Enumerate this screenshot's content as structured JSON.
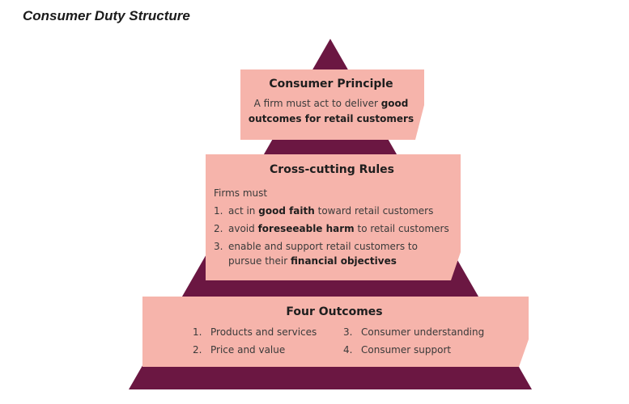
{
  "title": "Consumer Duty Structure",
  "colors": {
    "pyramid": "#6b1742",
    "box": "#f6b4ab"
  },
  "principle": {
    "heading": "Consumer Principle",
    "text_plain": "A firm must act to deliver ",
    "text_bold_1": "good",
    "text_bold_2": "outcomes for retail customers"
  },
  "rules": {
    "heading": "Cross-cutting Rules",
    "intro": "Firms must",
    "items": [
      {
        "num": "1.",
        "pre": "act in ",
        "bold": "good faith",
        "post": " toward retail customers"
      },
      {
        "num": "2.",
        "pre": "avoid ",
        "bold": "foreseeable harm",
        "post": " to retail customers"
      },
      {
        "num": "3.",
        "pre": "enable and support retail customers to",
        "pre2": "pursue their ",
        "bold": "financial objectives",
        "post": ""
      }
    ]
  },
  "outcomes": {
    "heading": "Four Outcomes",
    "items": [
      {
        "num": "1.",
        "label": "Products and services"
      },
      {
        "num": "2.",
        "label": "Price and value"
      },
      {
        "num": "3.",
        "label": "Consumer understanding"
      },
      {
        "num": "4.",
        "label": "Consumer support"
      }
    ]
  }
}
